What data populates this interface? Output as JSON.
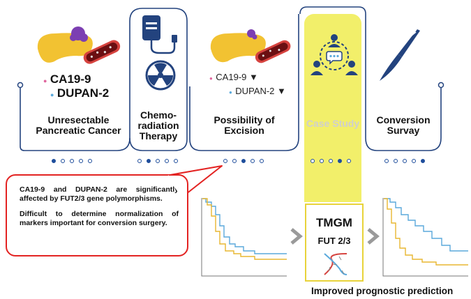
{
  "stages": [
    {
      "label": "Unresectable Pancreatic Cancer"
    },
    {
      "label": "Chemo-radiation Therapy"
    },
    {
      "label": "Possibility of Excision"
    },
    {
      "label": "Case Study"
    },
    {
      "label": "Conversion Survay"
    }
  ],
  "markers_stage1": {
    "ca199": "CA19-9",
    "dupan2": "DUPAN-2"
  },
  "markers_stage3": {
    "ca199": "CA19-9 ▼",
    "dupan2": "DUPAN-2 ▼"
  },
  "note": {
    "line1": "CA19-9 and DUPAN-2 are significantly affected by FUT2/3 gene polymorphisms.",
    "line2": "Difficult to determine normalization of markers important for conversion surgery."
  },
  "panel": {
    "title": "TMGM",
    "subtitle": "FUT 2/3"
  },
  "footer": "Improved prognostic prediction",
  "colors": {
    "accent_yellow": "#f2ef6a",
    "navy": "#1f4e9c",
    "orange_curve": "#e8b730",
    "blue_curve": "#5aa9dc",
    "callout_red": "#e32322"
  }
}
